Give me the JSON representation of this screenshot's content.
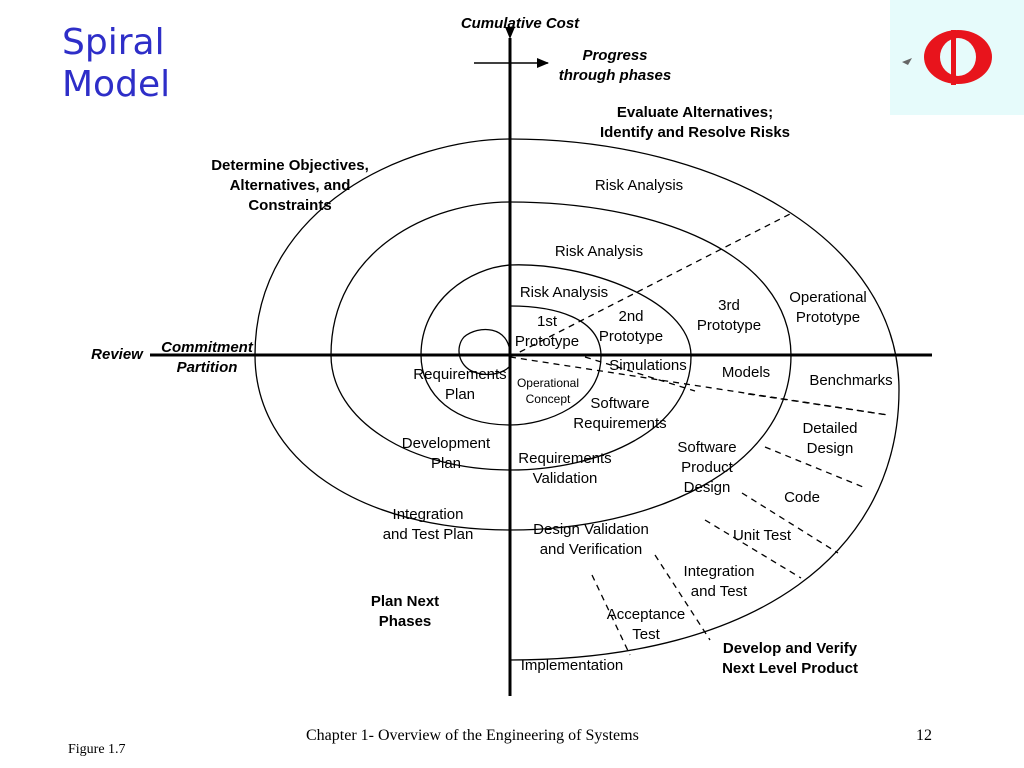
{
  "slide": {
    "title": "Spiral\nModel",
    "footer_text": "Chapter 1- Overview of the Engineering of Systems",
    "page_number": "12",
    "figure_label": "Figure 1.7",
    "title_color": "#2e2ec8",
    "logo_color": "#e8141c",
    "logo_background": "#e6fbfb"
  },
  "diagram": {
    "y_axis_label": "Cumulative Cost",
    "progress_label": "Progress\nthrough phases",
    "review_label": "Review",
    "commitment_label": "Commitment\nPartition",
    "quadrants": {
      "top_left": "Determine Objectives,\nAlternatives, and\nConstraints",
      "top_right": "Evaluate Alternatives;\nIdentify and Resolve Risks",
      "bottom_left": "Plan Next\nPhases",
      "bottom_right": "Develop and Verify\nNext Level Product"
    },
    "risk_analysis": [
      "Risk Analysis",
      "Risk Analysis",
      "Risk Analysis"
    ],
    "prototypes": {
      "first": "1st\nPrototype",
      "second": "2nd\nPrototype",
      "third": "3rd\nPrototype",
      "operational": "Operational\nPrototype"
    },
    "develop": {
      "simulations": "Simulations",
      "models": "Models",
      "benchmarks": "Benchmarks",
      "operational_concept": "Operational\nConcept",
      "software_requirements": "Software\nRequirements",
      "requirements_validation": "Requirements\nValidation",
      "software_product_design": "Software\nProduct\nDesign",
      "detailed_design": "Detailed\nDesign",
      "code": "Code",
      "unit_test": "Unit Test",
      "integration_test": "Integration\nand Test",
      "acceptance_test": "Acceptance\nTest",
      "implementation": "Implementation",
      "design_validation": "Design Validation\nand Verification"
    },
    "plans": {
      "requirements_plan": "Requirements\nPlan",
      "development_plan": "Development\nPlan",
      "integration_test_plan": "Integration\nand Test Plan"
    }
  }
}
